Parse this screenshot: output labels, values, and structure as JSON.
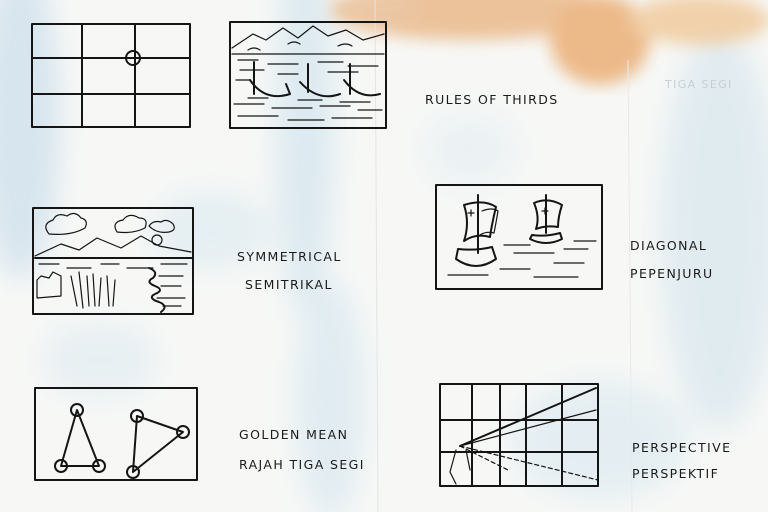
{
  "colors": {
    "paper": "#f7f8f6",
    "ink": "#151515",
    "watercolor_blue": "#b9d4e6",
    "watercolor_orange": "#e8a867",
    "panel_fill": "#f3f6f6"
  },
  "labels": {
    "rules_of_thirds": "RULES OF THIRDS",
    "symmetrical": "SYMMETRICAL",
    "semitrikal": "SEMITRIKAL",
    "diagonal": "DIAGONAL",
    "pepenjuru": "PEPENJURU",
    "golden_mean": "GOLDEN MEAN",
    "rajah_tiga_segi": "RAJAH TIGA SEGI",
    "perspective": "PERSPECTIVE",
    "perspektif": "PERSPEKTIF",
    "faded_text": "TIGA SEGI"
  }
}
